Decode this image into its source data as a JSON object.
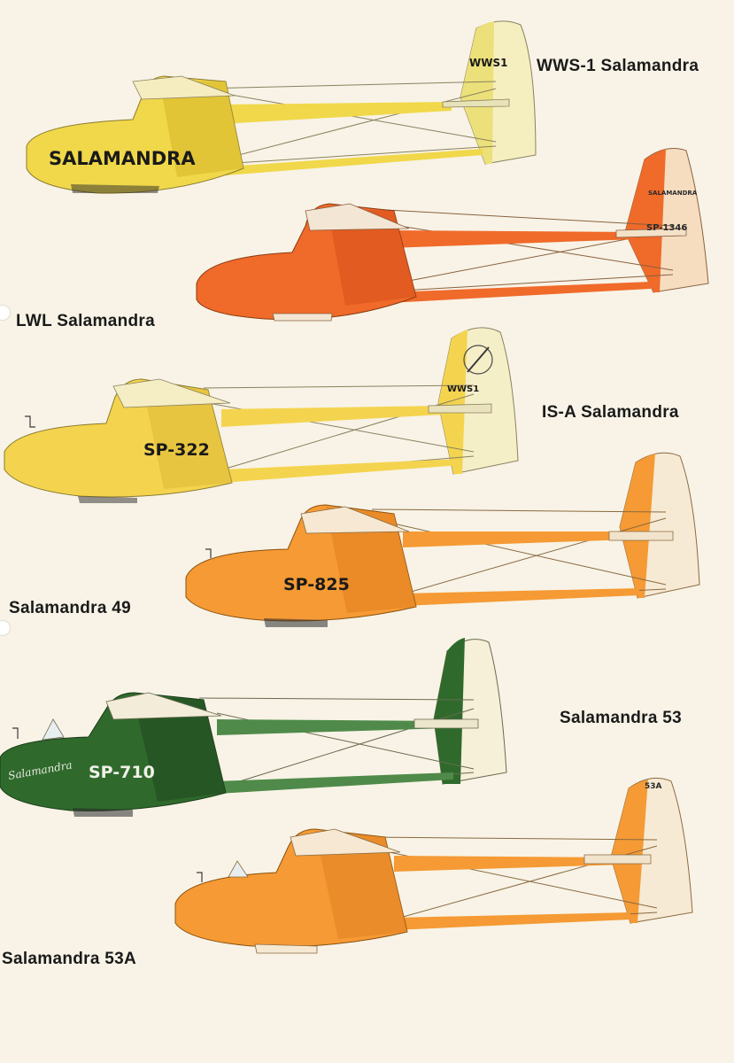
{
  "page": {
    "background": "#f8f3e6"
  },
  "gliders": [
    {
      "caption": "WWS-1 Salamandra",
      "fuselage_text": "SALAMANDRA",
      "fin_text": "WWS1",
      "color": "#f0d84a",
      "shade": "#d9b92c"
    },
    {
      "caption": "LWL Salamandra",
      "fuselage_text": "",
      "fin_text": "SP-1346",
      "fin_text_2": "SALAMANDRA",
      "color": "#f06a2a",
      "shade": "#d8521a"
    },
    {
      "caption": "IS-A Salamandra",
      "fuselage_text": "SP-322",
      "fin_text": "WWS1",
      "color": "#f4d44e",
      "shade": "#dcb834"
    },
    {
      "caption": "Salamandra 49",
      "fuselage_text": "SP-825",
      "fin_text": "",
      "color": "#f59a34",
      "shade": "#e0801e"
    },
    {
      "caption": "Salamandra 53",
      "fuselage_text": "SP-710",
      "script_text": "Salamandra",
      "fin_text": "",
      "color": "#2f6a2c",
      "shade": "#234f22"
    },
    {
      "caption": "Salamandra 53A",
      "fuselage_text": "",
      "fin_text": "53A",
      "color": "#f59a34",
      "shade": "#e08222"
    }
  ]
}
